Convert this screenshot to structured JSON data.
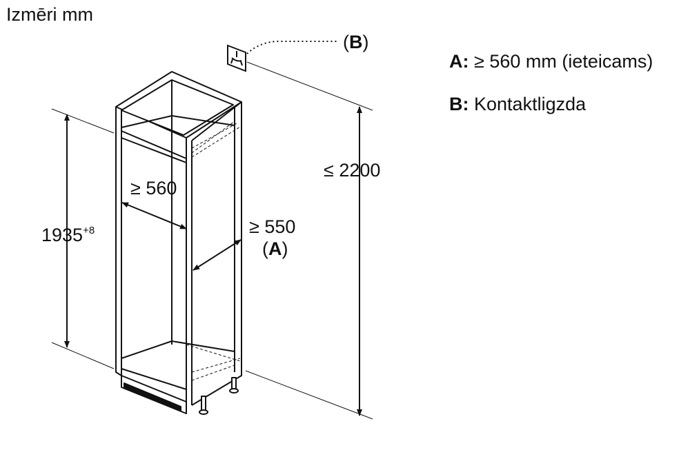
{
  "title": "Izmēri mm",
  "legend": [
    {
      "key": "A:",
      "text": "≥ 560 mm (ieteicams)"
    },
    {
      "key": "B:",
      "text": "Kontaktligzda"
    }
  ],
  "labels": {
    "height_main": "1935",
    "height_tol": "+8",
    "width": "≥ 560",
    "depth": "≥ 550",
    "depth_ref_open": "(",
    "depth_ref_key": "A",
    "depth_ref_close": ")",
    "total_height": "≤ 2200",
    "socket_open": "(",
    "socket_key": "B",
    "socket_close": ")"
  },
  "icons": {
    "socket": "electrical-socket-icon"
  }
}
